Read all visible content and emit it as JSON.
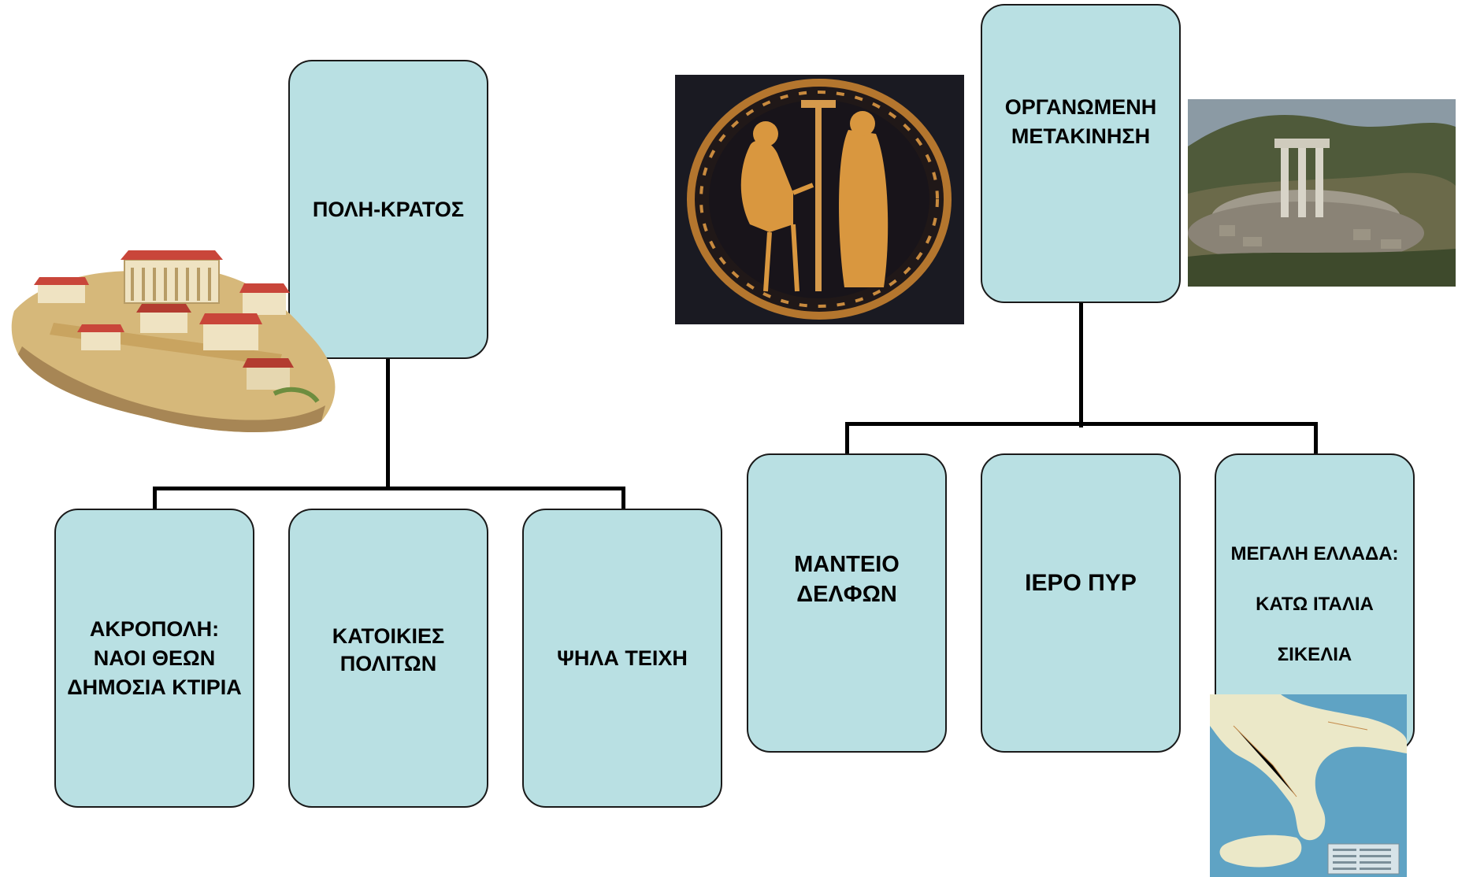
{
  "left_tree": {
    "root": "ΠΟΛΗ-ΚΡΑΤΟΣ",
    "children": [
      {
        "lines": [
          "ΑΚΡΟΠΟΛΗ:",
          "ΝΑΟΙ ΘΕΩΝ",
          "ΔΗΜΟΣΙΑ ΚΤΙΡΙΑ"
        ]
      },
      {
        "lines": [
          "ΚΑΤΟΙΚΙΕΣ",
          "ΠΟΛΙΤΩΝ"
        ]
      },
      {
        "lines": [
          "ΨΗΛΑ ΤΕΙΧΗ"
        ]
      }
    ]
  },
  "right_tree": {
    "root_lines": [
      "ΟΡΓΑΝΩΜΕΝΗ",
      "ΜΕΤΑΚΙΝΗΣΗ"
    ],
    "children": [
      {
        "lines": [
          "ΜΑΝΤΕΙΟ",
          "ΔΕΛΦΩΝ"
        ]
      },
      {
        "lines": [
          "ΙΕΡΟ ΠΥΡ"
        ]
      },
      {
        "lines": [
          "ΜΕΓΑΛΗ ΕΛΛΑΔΑ:",
          "ΚΑΤΩ ΙΤΑΛΙΑ",
          "ΣΙΚΕΛΙΑ"
        ]
      }
    ]
  },
  "colors": {
    "box_fill": "#b9e0e3",
    "box_border": "#1a1a1a",
    "connector": "#000000"
  },
  "images": [
    {
      "name": "acropolis-illustration"
    },
    {
      "name": "greek-vase-painting"
    },
    {
      "name": "delphi-tholos-photo"
    },
    {
      "name": "southern-italy-sicily-map"
    }
  ]
}
